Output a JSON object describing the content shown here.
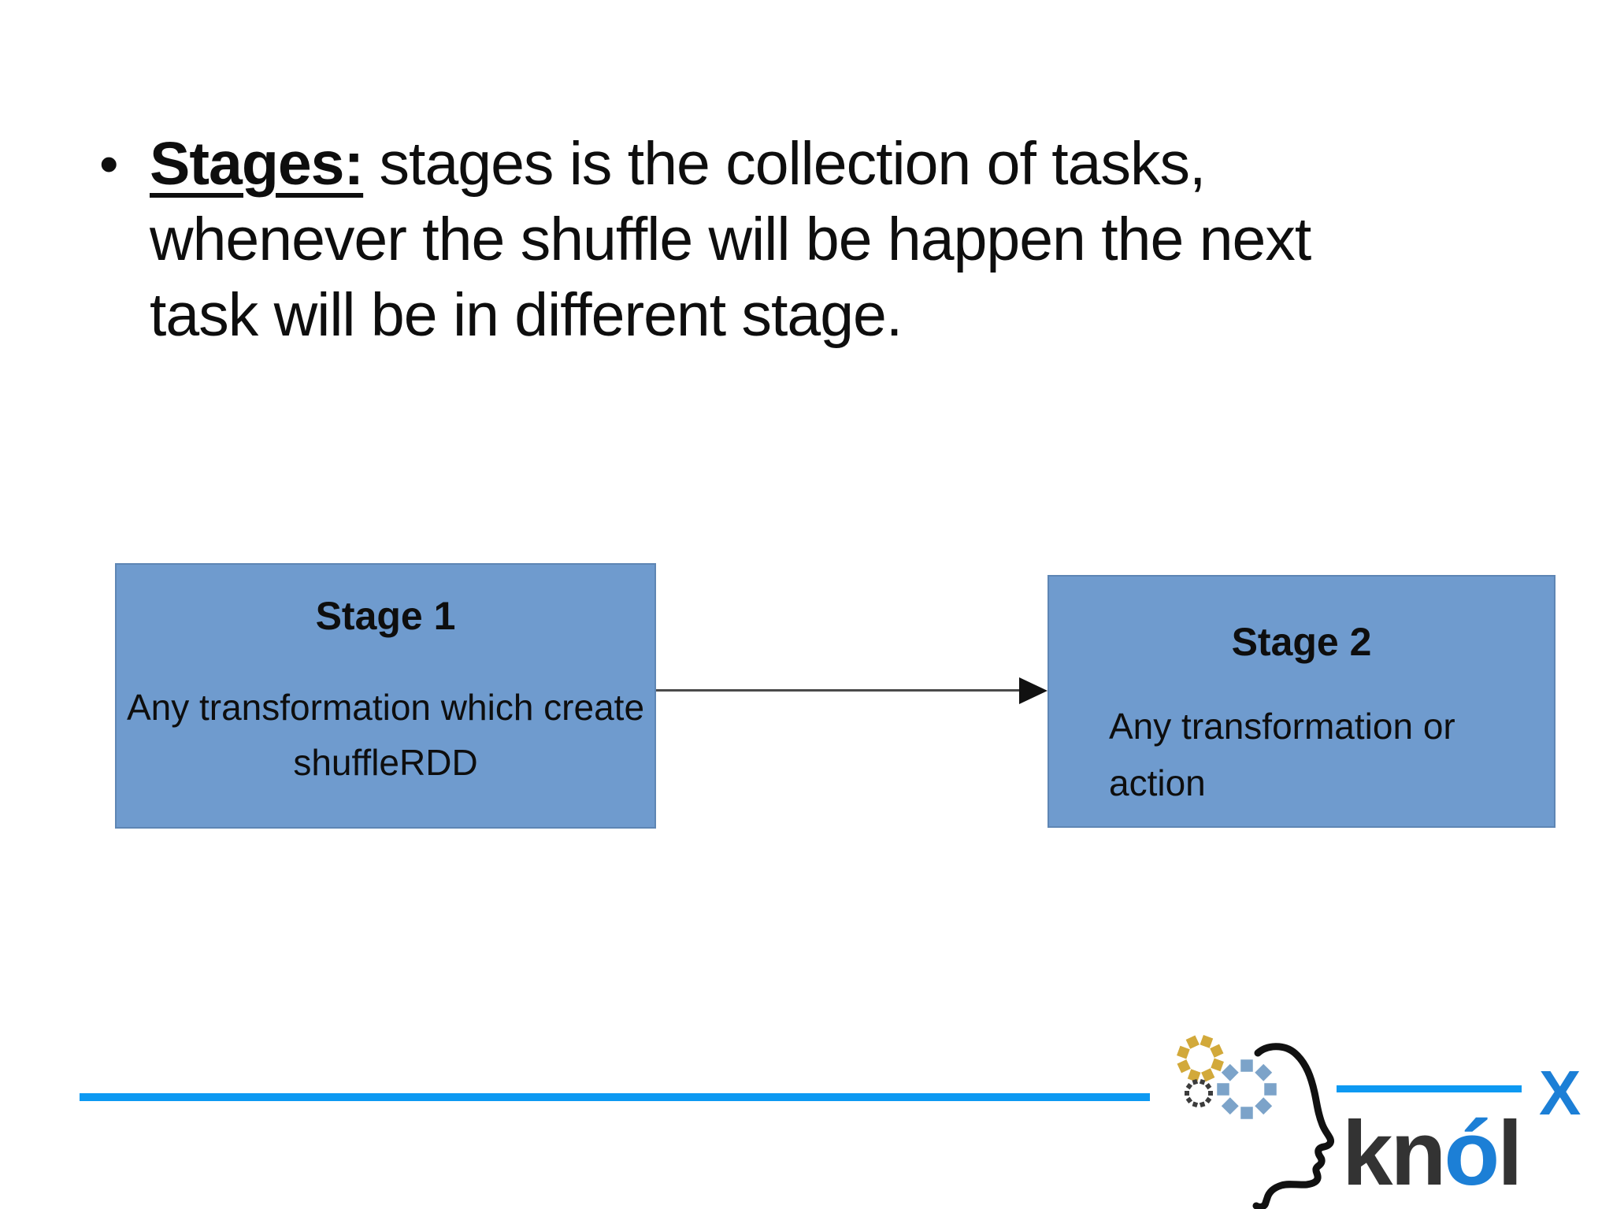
{
  "slide": {
    "bullet_point": {
      "marker": "•",
      "term": "Stages:",
      "text_after_term": " stages is the collection of tasks,",
      "line2": "whenever the shuffle will be happen the next",
      "line3": "task will be in different stage."
    },
    "diagram": {
      "stage1": {
        "title": "Stage 1",
        "body_lines": [
          "Any transformation which create",
          "shuffleRDD"
        ]
      },
      "stage2": {
        "title": "Stage 2",
        "body_lines": [
          "Any transformation or",
          "action"
        ]
      },
      "connector": "arrow-right"
    },
    "logo": {
      "word_part1": "kn",
      "word_part2": "ó",
      "word_part3": "l",
      "superscript": "X"
    },
    "colors": {
      "stage_box_fill": "#6f9bce",
      "stage_box_border": "#5e86b4",
      "divider_blue": "#0d99f2",
      "logo_dark": "#333333",
      "logo_blue": "#1c7fd6",
      "gear_yellow": "#d2a93a",
      "gear_blue": "#7ca3c9",
      "gear_dark": "#3c3c3c",
      "arrow_color": "#4a4a4a",
      "text_color": "#0e0e0e"
    }
  }
}
